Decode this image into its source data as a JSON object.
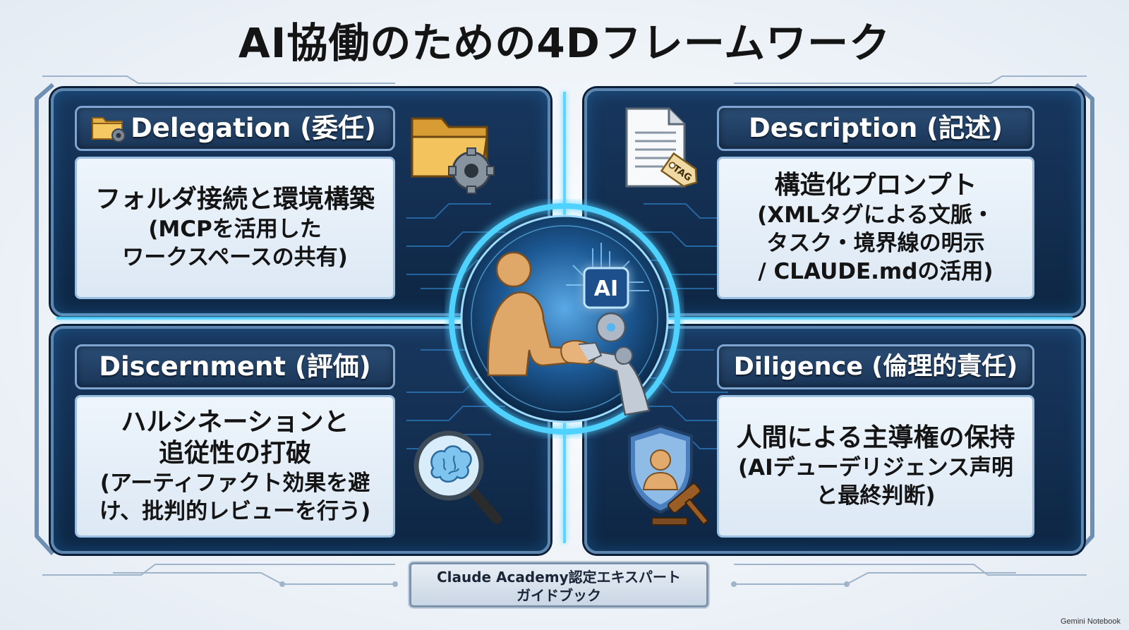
{
  "title": "AI協働のための4Dフレームワーク",
  "quadrants": [
    {
      "header": "Delegation (委任)",
      "main": "フォルダ接続と環境構築",
      "sub": [
        "(MCPを活用した",
        "ワークスペースの共有)"
      ]
    },
    {
      "header": "Description (記述)",
      "main": "構造化プロンプト",
      "sub": [
        "(XMLタグによる文脈・",
        "タスク・境界線の明示",
        "/ CLAUDE.mdの活用)"
      ]
    },
    {
      "header": "Discernment (評価)",
      "main_lines": [
        "ハルシネーションと",
        "追従性の打破"
      ],
      "sub": [
        "(アーティファクト効果を避",
        "け、批判的レビューを行う)"
      ]
    },
    {
      "header": "Diligence (倫理的責任)",
      "main": "人間による主導権の保持",
      "sub": [
        "(AIデューデリジェンス声明",
        "と最終判断)"
      ]
    }
  ],
  "center": {
    "chip_label": "AI"
  },
  "icons": {
    "delegation_small": "folder-gear-icon",
    "delegation_large": "folder-gear-icon",
    "description": "document-tag-icon",
    "tag_label": "TAG",
    "discernment": "brain-magnifier-icon",
    "diligence": "shield-gavel-icon"
  },
  "footer": {
    "line1": "Claude Academy認定エキスパート",
    "line2": "ガイドブック"
  },
  "watermark": "Gemini Notebook",
  "colors": {
    "frame": "#18375e",
    "glow": "#34c6ff",
    "content_bg": "#e6eff8",
    "title": "#141414"
  }
}
